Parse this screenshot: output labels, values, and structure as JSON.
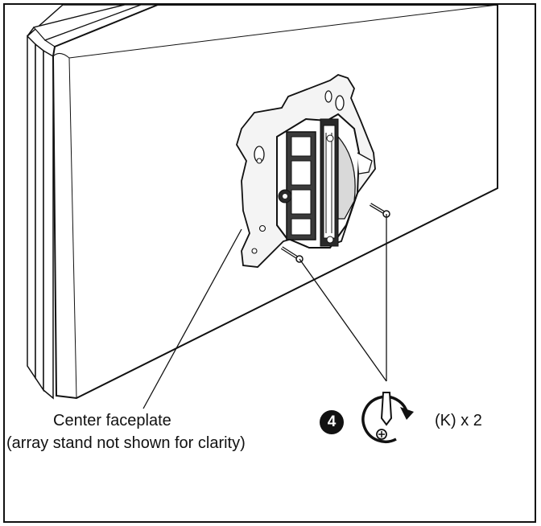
{
  "callout": {
    "caption_line1": "Center faceplate",
    "caption_line2": "(array stand not shown for clarity)"
  },
  "step": {
    "number": "4",
    "quantity_label": "(K) x 2"
  },
  "colors": {
    "ink": "#111111",
    "panel_fill": "#ffffff",
    "bracket_fill": "#f4f4f4",
    "hardware_dark": "#2a2a2a"
  },
  "icons": {
    "tool": "screwdriver-rotate-icon"
  }
}
